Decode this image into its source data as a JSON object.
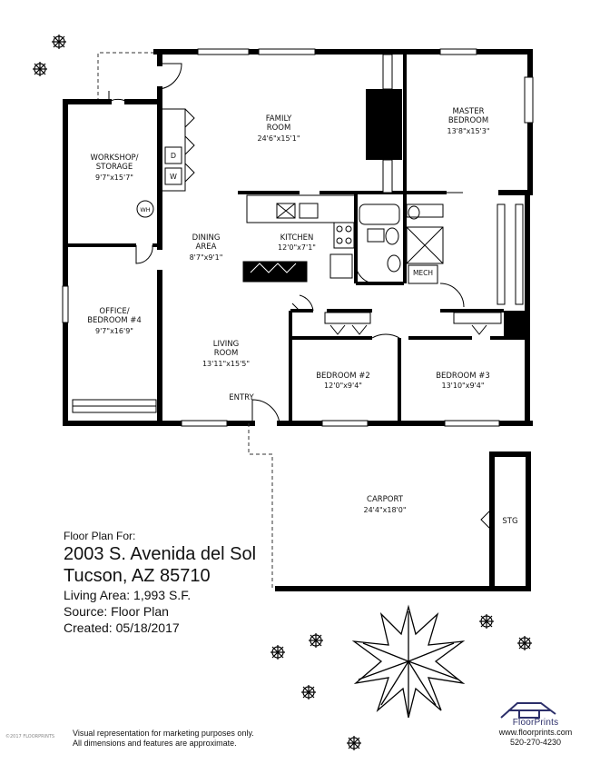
{
  "rooms": {
    "family": {
      "name": [
        "FAMILY",
        "ROOM"
      ],
      "dims": "24'6\"x15'1\""
    },
    "master": {
      "name": [
        "MASTER",
        "BEDROOM"
      ],
      "dims": "13'8\"x15'3\""
    },
    "workshop": {
      "name": [
        "WORKSHOP/",
        "STORAGE"
      ],
      "dims": "9'7\"x15'7\""
    },
    "dining": {
      "name": [
        "DINING",
        "AREA"
      ],
      "dims": "8'7\"x9'1\""
    },
    "kitchen": {
      "name": [
        "KITCHEN"
      ],
      "dims": "12'0\"x7'1\""
    },
    "office": {
      "name": [
        "OFFICE/",
        "BEDROOM #4"
      ],
      "dims": "9'7\"x16'9\""
    },
    "living": {
      "name": [
        "LIVING",
        "ROOM"
      ],
      "dims": "13'11\"x15'5\""
    },
    "bedroom2": {
      "name": [
        "BEDROOM #2"
      ],
      "dims": "12'0\"x9'4\""
    },
    "bedroom3": {
      "name": [
        "BEDROOM #3"
      ],
      "dims": "13'10\"x9'4\""
    },
    "carport": {
      "name": [
        "CARPORT"
      ],
      "dims": "24'4\"x18'0\""
    }
  },
  "small_labels": {
    "entry": "ENTRY",
    "mech": "MECH",
    "stg": "STG",
    "wh": "WH",
    "dryer": "D",
    "washer": "W"
  },
  "info": {
    "header": "Floor Plan For:",
    "address_line1": "2003 S. Avenida del Sol",
    "address_line2": "Tucson, AZ 85710",
    "living_area": "Living Area:  1,993 S.F.",
    "source": "Source:  Floor Plan",
    "created": "Created:  05/18/2017"
  },
  "disclaimer": {
    "line1": "Visual representation for marketing purposes only.",
    "line2": "All dimensions and features are approximate."
  },
  "copyright": "©2017 FLOORPRINTS",
  "brand": {
    "name": "FloorPrints",
    "url": "www.floorprints.com",
    "phone": "520-270-4230",
    "color": "#2c2f6a"
  }
}
